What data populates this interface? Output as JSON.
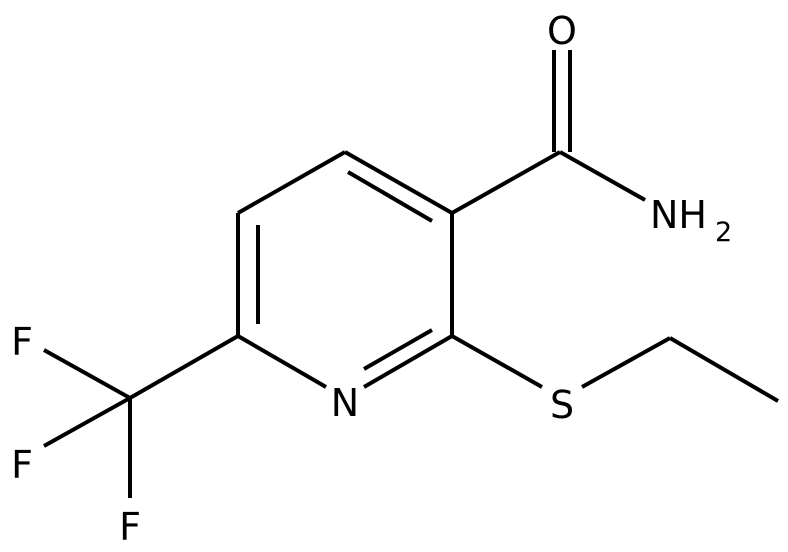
{
  "atoms": {
    "oxygen": "O",
    "amide_n": "NH",
    "amide_sub": "2",
    "ring_n": "N",
    "sulfur": "S",
    "fluorine_1": "F",
    "fluorine_2": "F",
    "fluorine_3": "F"
  }
}
